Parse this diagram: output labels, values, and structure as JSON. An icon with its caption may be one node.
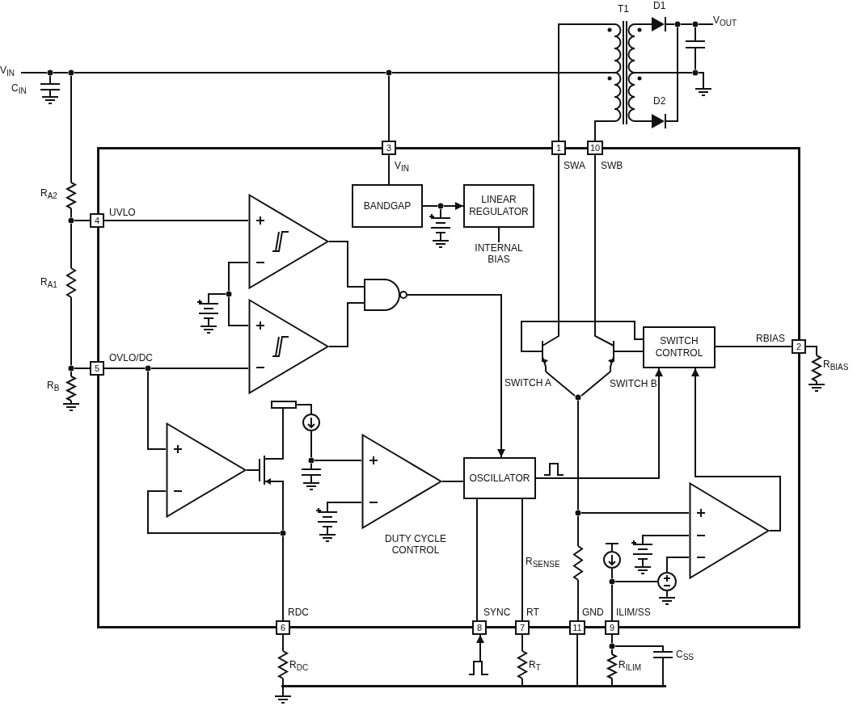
{
  "diagram": {
    "nodes": [
      {
        "text": [],
        "shape": "box"
      },
      {
        "text": [
          "3"
        ]
      },
      {
        "text": [
          "1"
        ]
      },
      {
        "text": [
          "10"
        ]
      },
      {
        "text": [
          "4"
        ]
      },
      {
        "text": [
          "5"
        ]
      },
      {
        "text": [
          "2"
        ]
      },
      {
        "text": [
          "6"
        ]
      },
      {
        "text": [
          "8"
        ]
      },
      {
        "text": [
          "7"
        ]
      },
      {
        "text": [
          "11"
        ]
      },
      {
        "text": [
          "9"
        ]
      },
      {
        "text": [
          "BANDGAP"
        ],
        "in": 0
      },
      {
        "text": [
          "LINEAR REGULATOR"
        ],
        "in": 0
      },
      {
        "text": [],
        "shape": "triangle",
        "in": 0
      },
      {
        "text": [],
        "shape": "triangle",
        "in": 0
      },
      {
        "text": [],
        "shape": "gate",
        "in": 0
      },
      {
        "text": [],
        "shape": "triangle",
        "in": 0
      },
      {
        "text": [],
        "shape": "triangle",
        "in": 0
      },
      {
        "text": [
          "OSCILLATOR"
        ],
        "in": 0
      },
      {
        "text": [
          "SWITCH CONTROL"
        ],
        "in": 0
      },
      {
        "text": [],
        "shape": "transistor",
        "in": 0
      },
      {
        "text": [],
        "shape": "transistor",
        "in": 0
      },
      {
        "text": [],
        "shape": "triangle",
        "in": 0
      },
      {
        "text": [
          "V$_{IN}$"
        ]
      },
      {
        "text": [],
        "shape": "dot"
      },
      {
        "text": [],
        "shape": "dot"
      },
      {
        "text": [],
        "shape": "dot"
      },
      {
        "text": [
          "C$_{IN}$"
        ]
      },
      {
        "text": [
          "R$_{A2}$"
        ]
      },
      {
        "text": [],
        "shape": "dot"
      },
      {
        "text": [
          "R$_{A1}$"
        ]
      },
      {
        "text": [],
        "shape": "dot"
      },
      {
        "text": [
          "R$_{B}$"
        ]
      },
      {
        "text": [
          "T1"
        ]
      },
      {
        "text": [
          "D1"
        ]
      },
      {
        "text": [
          "D2"
        ]
      },
      {
        "text": [],
        "shape": "dot"
      },
      {
        "text": [],
        "shape": "dot"
      },
      {
        "text": [
          "V$_{OUT}$"
        ]
      },
      {
        "text": [],
        "shape": "capacitor"
      },
      {
        "text": [],
        "shape": "dot"
      },
      {
        "text": [],
        "shape": "ground"
      },
      {
        "text": [
          "R$_{BIAS}$"
        ]
      },
      {
        "text": [
          "R$_{DC}$"
        ]
      },
      {
        "text": [],
        "shape": "bar"
      },
      {
        "text": [],
        "shape": "ground"
      },
      {
        "text": [
          "R$_{T}$"
        ]
      },
      {
        "text": [
          "R$_{ILIM}$"
        ]
      },
      {
        "text": [],
        "shape": "dot"
      },
      {
        "text": [
          "C$_{SS}$"
        ]
      },
      {
        "text": [],
        "shape": "waveform"
      },
      {
        "text": [
          "INTERNAL BIAS"
        ],
        "in": 0
      },
      {
        "text": [],
        "shape": "dot",
        "in": 0
      },
      {
        "text": [],
        "shape": "battery",
        "in": 0
      },
      {
        "text": [],
        "shape": "dot",
        "in": 0
      },
      {
        "text": [],
        "shape": "battery",
        "in": 0
      },
      {
        "text": [],
        "shape": "dot",
        "in": 0
      },
      {
        "text": [],
        "shape": "transistor",
        "in": 0
      },
      {
        "text": [],
        "shape": "bar",
        "in": 0
      },
      {
        "text": [],
        "shape": "circle",
        "in": 0
      },
      {
        "text": [],
        "shape": "dot",
        "in": 0
      },
      {
        "text": [],
        "shape": "capacitor",
        "in": 0
      },
      {
        "text": [],
        "shape": "dot",
        "in": 0
      },
      {
        "text": [],
        "shape": "battery",
        "in": 0
      },
      {
        "text": [],
        "shape": "dot",
        "in": 0
      },
      {
        "text": [],
        "shape": "dot",
        "in": 0
      },
      {
        "text": [
          "R$_{SENSE}$"
        ],
        "in": 0
      },
      {
        "text": [],
        "shape": "battery",
        "in": 0
      },
      {
        "text": [],
        "shape": "circle",
        "in": 0
      },
      {
        "text": [],
        "shape": "circle",
        "in": 0
      },
      {
        "text": [],
        "shape": "dot",
        "in": 0
      }
    ],
    "edges": [
      {
        "from": 24,
        "to": 25,
        "arrow": "none"
      },
      {
        "from": 25,
        "to": 26,
        "arrow": "none"
      },
      {
        "from": 26,
        "to": 27,
        "arrow": "none"
      },
      {
        "from": 27,
        "to": 34,
        "arrow": "none"
      },
      {
        "from": 25,
        "to": 28,
        "arrow": "none"
      },
      {
        "from": 26,
        "to": 29,
        "arrow": "none"
      },
      {
        "from": 27,
        "to": 1,
        "arrow": "none"
      },
      {
        "from": 29,
        "to": 30,
        "arrow": "none"
      },
      {
        "from": 30,
        "to": 4,
        "arrow": "none"
      },
      {
        "from": 30,
        "to": 31,
        "arrow": "none"
      },
      {
        "from": 31,
        "to": 32,
        "arrow": "none"
      },
      {
        "from": 32,
        "to": 5,
        "arrow": "none"
      },
      {
        "from": 32,
        "to": 33,
        "arrow": "none"
      },
      {
        "from": 34,
        "to": 2,
        "arrow": "none"
      },
      {
        "from": 34,
        "to": 3,
        "arrow": "none"
      },
      {
        "from": 34,
        "to": 35,
        "arrow": "none"
      },
      {
        "from": 35,
        "to": 37,
        "arrow": "none"
      },
      {
        "from": 37,
        "to": 38,
        "arrow": "none"
      },
      {
        "from": 38,
        "to": 39,
        "arrow": "none"
      },
      {
        "from": 38,
        "to": 40,
        "arrow": "none"
      },
      {
        "from": 40,
        "to": 41,
        "arrow": "none"
      },
      {
        "from": 34,
        "to": 41,
        "arrow": "none"
      },
      {
        "from": 41,
        "to": 42,
        "arrow": "none"
      },
      {
        "from": 34,
        "to": 36,
        "arrow": "none"
      },
      {
        "from": 36,
        "to": 37,
        "arrow": "none"
      },
      {
        "from": 6,
        "to": 43,
        "arrow": "none"
      },
      {
        "from": 20,
        "to": 6,
        "arrow": "none"
      },
      {
        "from": 7,
        "to": 44,
        "arrow": "none"
      },
      {
        "from": 44,
        "to": 45,
        "arrow": "none"
      },
      {
        "from": 45,
        "to": 46,
        "arrow": "none"
      },
      {
        "from": 51,
        "to": 8,
        "arrow": "to"
      },
      {
        "from": 9,
        "to": 47,
        "arrow": "none"
      },
      {
        "from": 47,
        "to": 45,
        "arrow": "none"
      },
      {
        "from": 10,
        "to": 45,
        "arrow": "none"
      },
      {
        "from": 11,
        "to": 49,
        "arrow": "none"
      },
      {
        "from": 49,
        "to": 48,
        "arrow": "none"
      },
      {
        "from": 48,
        "to": 45,
        "arrow": "none"
      },
      {
        "from": 49,
        "to": 50,
        "arrow": "none"
      },
      {
        "from": 50,
        "to": 45,
        "arrow": "none"
      },
      {
        "from": 1,
        "to": 12,
        "arrow": "none"
      },
      {
        "from": 12,
        "to": 53,
        "arrow": "none"
      },
      {
        "from": 53,
        "to": 13,
        "arrow": "to"
      },
      {
        "from": 53,
        "to": 54,
        "arrow": "none"
      },
      {
        "from": 13,
        "to": 52,
        "arrow": "none"
      },
      {
        "from": 4,
        "to": 14,
        "arrow": "none"
      },
      {
        "from": 5,
        "to": 57,
        "arrow": "none"
      },
      {
        "from": 57,
        "to": 15,
        "arrow": "none"
      },
      {
        "from": 57,
        "to": 17,
        "arrow": "none"
      },
      {
        "from": 14,
        "to": 55,
        "arrow": "none"
      },
      {
        "from": 55,
        "to": 15,
        "arrow": "none"
      },
      {
        "from": 55,
        "to": 56,
        "arrow": "none"
      },
      {
        "from": 14,
        "to": 16,
        "arrow": "none"
      },
      {
        "from": 15,
        "to": 16,
        "arrow": "none"
      },
      {
        "from": 16,
        "to": 19,
        "arrow": "to"
      },
      {
        "from": 17,
        "to": 58,
        "arrow": "none"
      },
      {
        "from": 58,
        "to": 59,
        "arrow": "none"
      },
      {
        "from": 59,
        "to": 60,
        "arrow": "none"
      },
      {
        "from": 60,
        "to": 61,
        "arrow": "none"
      },
      {
        "from": 61,
        "to": 18,
        "arrow": "none"
      },
      {
        "from": 61,
        "to": 62,
        "arrow": "none"
      },
      {
        "from": 58,
        "to": 63,
        "arrow": "none"
      },
      {
        "from": 63,
        "to": 17,
        "arrow": "none"
      },
      {
        "from": 63,
        "to": 7,
        "arrow": "none"
      },
      {
        "from": 18,
        "to": 64,
        "arrow": "none"
      },
      {
        "from": 18,
        "to": 19,
        "arrow": "none"
      },
      {
        "from": 19,
        "to": 8,
        "arrow": "none"
      },
      {
        "from": 19,
        "to": 9,
        "arrow": "none"
      },
      {
        "from": 19,
        "to": 20,
        "arrow": "to"
      },
      {
        "from": 20,
        "to": 21,
        "arrow": "none"
      },
      {
        "from": 20,
        "to": 22,
        "arrow": "none"
      },
      {
        "from": 2,
        "to": 21,
        "arrow": "none"
      },
      {
        "from": 3,
        "to": 22,
        "arrow": "none"
      },
      {
        "from": 21,
        "to": 65,
        "arrow": "none"
      },
      {
        "from": 22,
        "to": 65,
        "arrow": "none"
      },
      {
        "from": 65,
        "to": 66,
        "arrow": "none"
      },
      {
        "from": 66,
        "to": 67,
        "arrow": "none"
      },
      {
        "from": 67,
        "to": 10,
        "arrow": "none"
      },
      {
        "from": 66,
        "to": 23,
        "arrow": "none"
      },
      {
        "from": 23,
        "to": 68,
        "arrow": "none"
      },
      {
        "from": 23,
        "to": 69,
        "arrow": "none"
      },
      {
        "from": 71,
        "to": 69,
        "arrow": "none"
      },
      {
        "from": 70,
        "to": 71,
        "arrow": "none"
      },
      {
        "from": 71,
        "to": 11,
        "arrow": "none"
      },
      {
        "from": 23,
        "to": 20,
        "arrow": "to"
      }
    ],
    "labels": [
      "V$_{IN}$",
      "SWA",
      "SWB",
      "UVLO",
      "RBIAS",
      "SWITCH A",
      "SWITCH B",
      "OVLO/DC",
      "DUTY CYCLE CONTROL",
      "RDC",
      "SYNC",
      "RT",
      "GND",
      "ILIM/SS"
    ]
  }
}
